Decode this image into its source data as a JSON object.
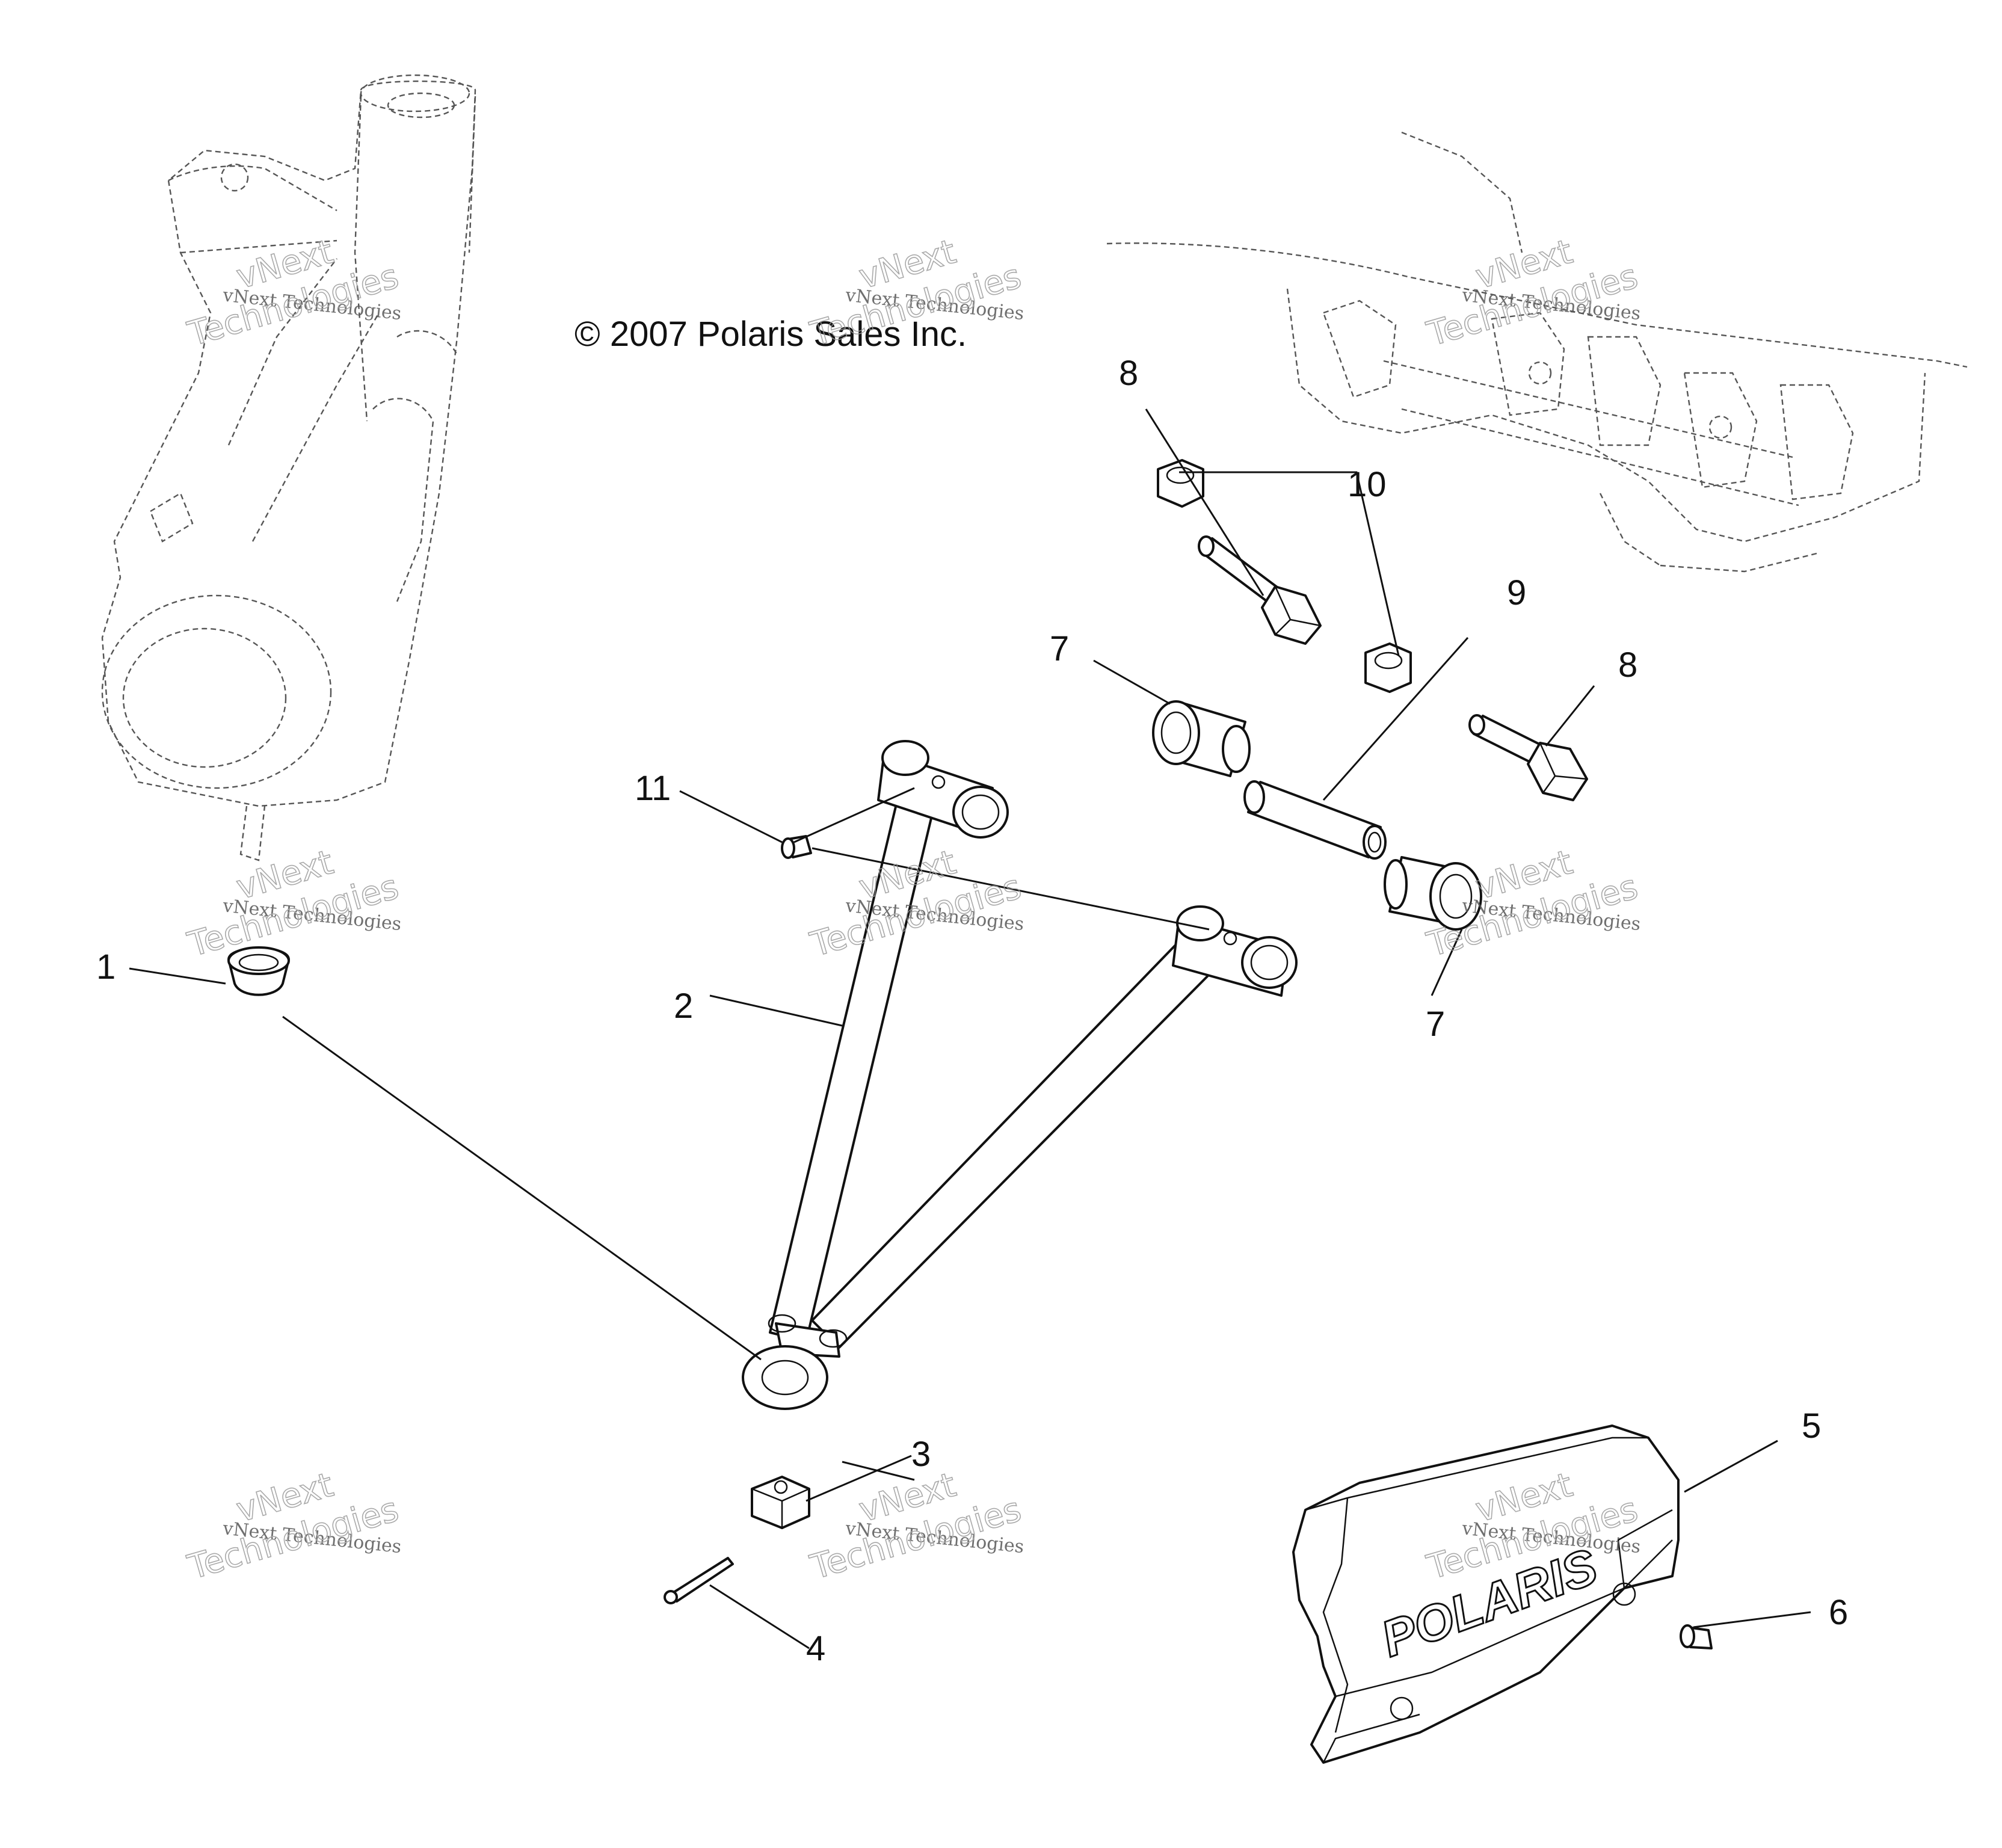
{
  "copyright": "© 2007 Polaris Sales Inc.",
  "watermark": {
    "line1": "vNext",
    "line2": "vNext Technologies",
    "line3": "Technologies"
  },
  "callouts": {
    "c1": "1",
    "c2": "2",
    "c3": "3",
    "c4": "4",
    "c5": "5",
    "c6": "6",
    "c7a": "7",
    "c7b": "7",
    "c8a": "8",
    "c8b": "8",
    "c9": "9",
    "c10": "10",
    "c11": "11"
  },
  "logo_text": "POLARIS",
  "colors": {
    "ink": "#111111",
    "watermark": "#9a9a9a",
    "background": "#ffffff"
  }
}
